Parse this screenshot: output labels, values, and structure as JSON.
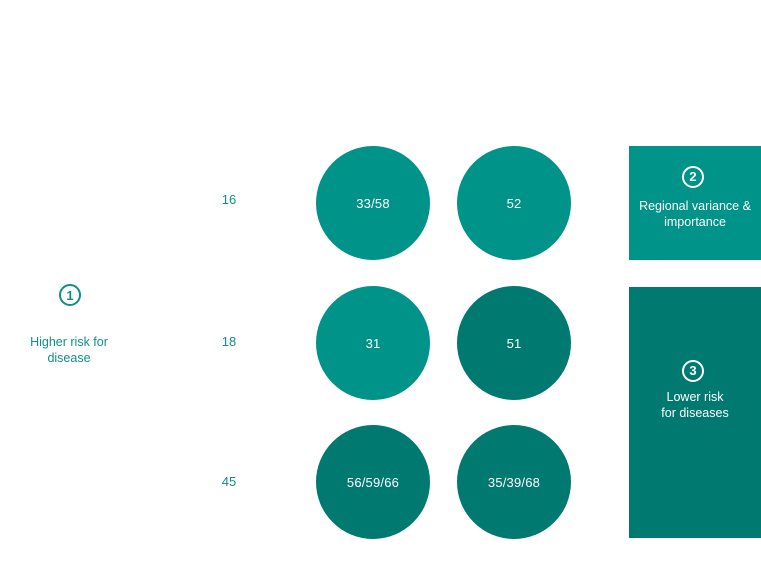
{
  "left_panel": {
    "badge": "1",
    "label": "Higher risk for\ndisease"
  },
  "rows": [
    {
      "label": "16",
      "col1": "33/58",
      "col2": "52"
    },
    {
      "label": "18",
      "col1": "31",
      "col2": "51"
    },
    {
      "label": "45",
      "col1": "56/59/66",
      "col2": "35/39/68"
    }
  ],
  "right_panel": {
    "box_top": {
      "badge": "2",
      "label": "Regional variance &\nimportance"
    },
    "box_bottom": {
      "badge": "3",
      "label": "Lower risk\nfor diseases"
    }
  },
  "colors": {
    "light_teal": "#009389",
    "dark_teal": "#007970",
    "text_teal": "#0f8f86"
  }
}
